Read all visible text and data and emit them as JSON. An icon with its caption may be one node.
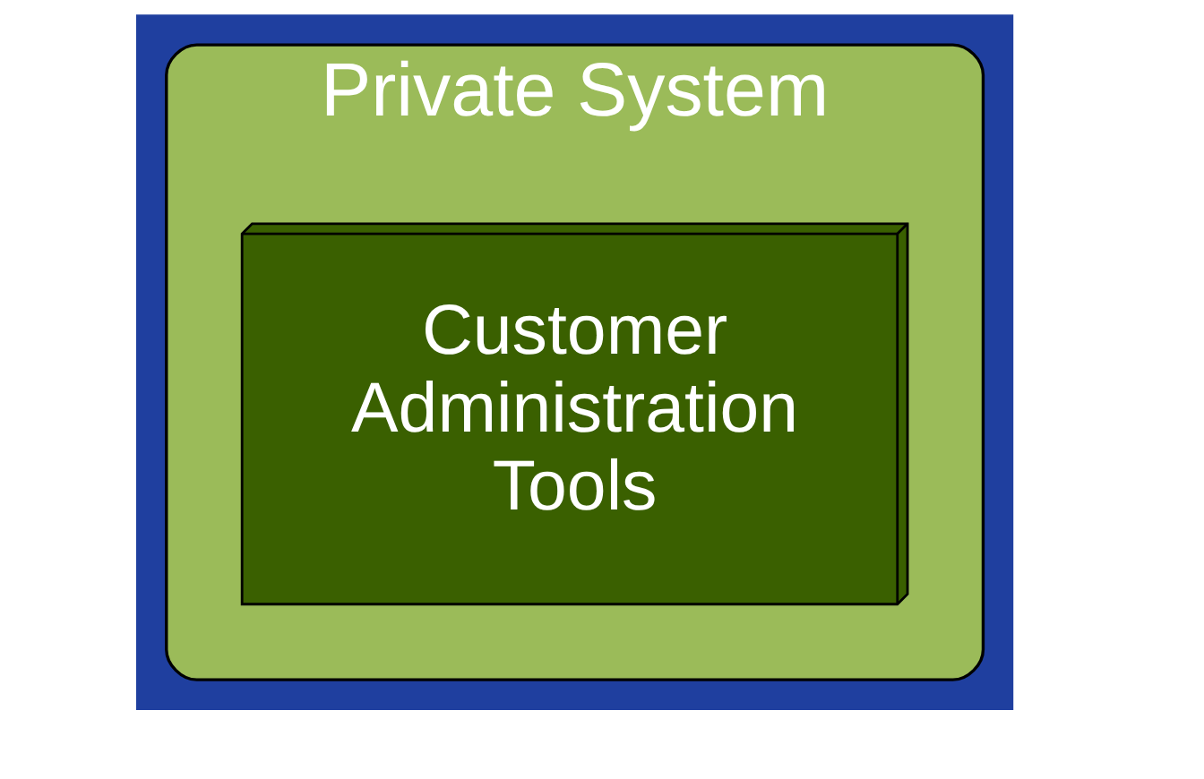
{
  "diagram": {
    "nodes": [
      {
        "text": [
          "Private System"
        ]
      },
      {
        "text": [
          "Customer Administration Tools"
        ],
        "in": 0
      }
    ]
  }
}
